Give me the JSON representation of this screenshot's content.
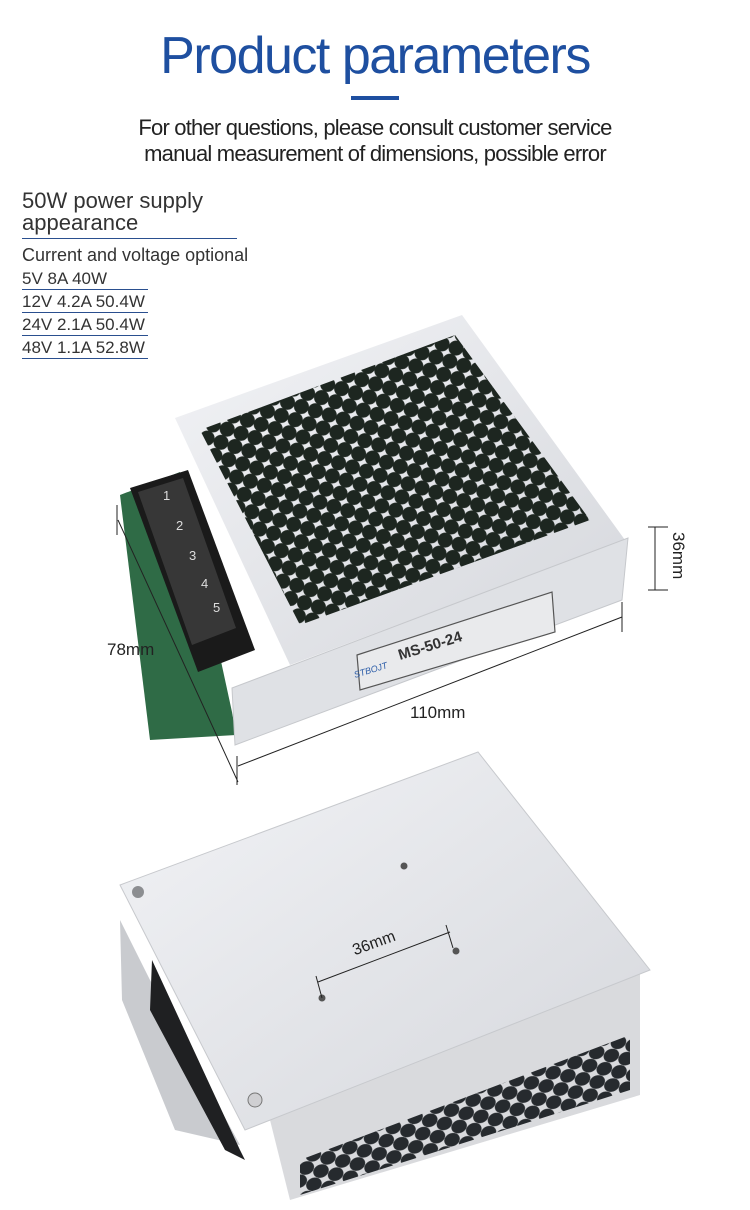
{
  "header": {
    "title": "Product parameters",
    "subtitle_lines": [
      "For other questions, please consult customer service",
      "manual measurement of dimensions, possible error"
    ],
    "accent_color": "#1e4fa0"
  },
  "specs": {
    "heading_line1": "50W power supply",
    "heading_line2": "appearance",
    "subheading": "Current and voltage optional",
    "options": [
      "5V 8A 40W",
      "12V 4.2A 50.4W",
      "24V 2.1A 50.4W",
      "48V 1.1A 52.8W"
    ]
  },
  "product": {
    "model_label": "MS-50-24",
    "brand_label": "STBOJT",
    "terminal_numbers": [
      "1",
      "2",
      "3",
      "4",
      "5"
    ]
  },
  "dimensions": {
    "depth": "78mm",
    "length": "110mm",
    "height": "36mm",
    "mount_hole_spacing": "36mm"
  }
}
